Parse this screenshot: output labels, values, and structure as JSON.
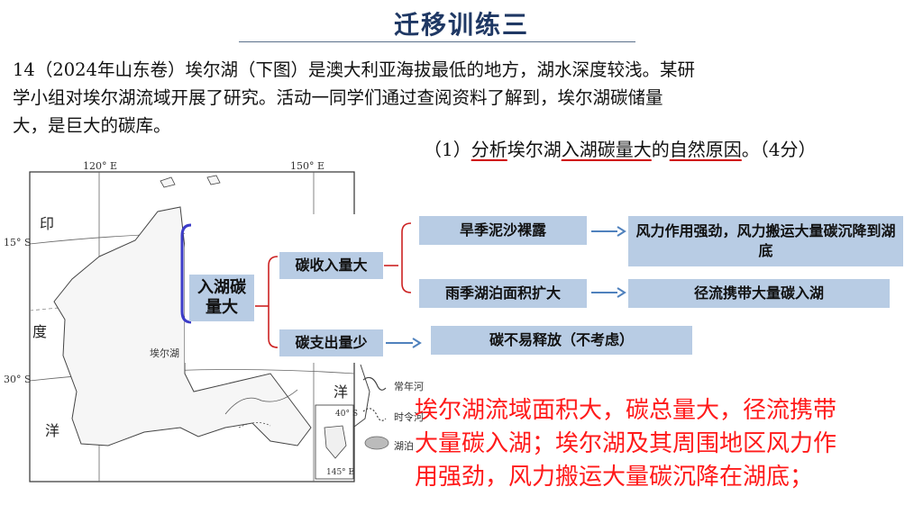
{
  "title": "迁移训练三",
  "question": {
    "lines": [
      "14（2024年山东卷）埃尔湖（下图）是澳大利亚海拔最低的地方，湖水深度较浅。某研",
      "学小组对埃尔湖流域开展了研究。活动一同学们通过查阅资料了解到，埃尔湖碳储量",
      "大，是巨大的碳库。"
    ]
  },
  "sub_question": {
    "prefix": "（1）",
    "part1": "分析",
    "part2": "埃尔湖",
    "part3": "入湖碳量大",
    "part4": "的",
    "part5": "自然原因",
    "part6": "。（4分）"
  },
  "map": {
    "lon1": "120° E",
    "lon2": "150° E",
    "lat1": "15° S",
    "lat2": "30° S",
    "ocean_a": "印",
    "ocean_b": "度",
    "ocean_c": "洋",
    "ocean_d": "洋",
    "lake_label": "埃尔湖",
    "inset_lat": "40° S",
    "inset_lon": "145° E",
    "legend": {
      "perennial": "常年河",
      "seasonal": "时令河",
      "lake": "湖泊"
    }
  },
  "diagram": {
    "root": "入湖碳\n量大",
    "carbon_in": "碳收入量大",
    "carbon_out": "碳支出量少",
    "dry": "旱季泥沙裸露",
    "wet": "雨季湖泊面积扩大",
    "wind": "风力作用强劲，风力搬运大量碳沉降到湖底",
    "runoff": "径流携带大量碳入湖",
    "no_release": "碳不易释放（不考虑）"
  },
  "answer": {
    "line1": "埃尔湖流域面积大，碳总量大，径流携带",
    "line2": "大量碳入湖；埃尔湖及其周围地区风力作",
    "line3": "用强劲，风力搬运大量碳沉降在湖底；"
  },
  "colors": {
    "title": "#1f3864",
    "box": "#b8cce4",
    "bracket_root": "#3c3cc8",
    "bracket_branch": "#cc2222",
    "arrow": "#4f81bd",
    "answer": "#ff1a1a",
    "underline": "#d00000"
  }
}
